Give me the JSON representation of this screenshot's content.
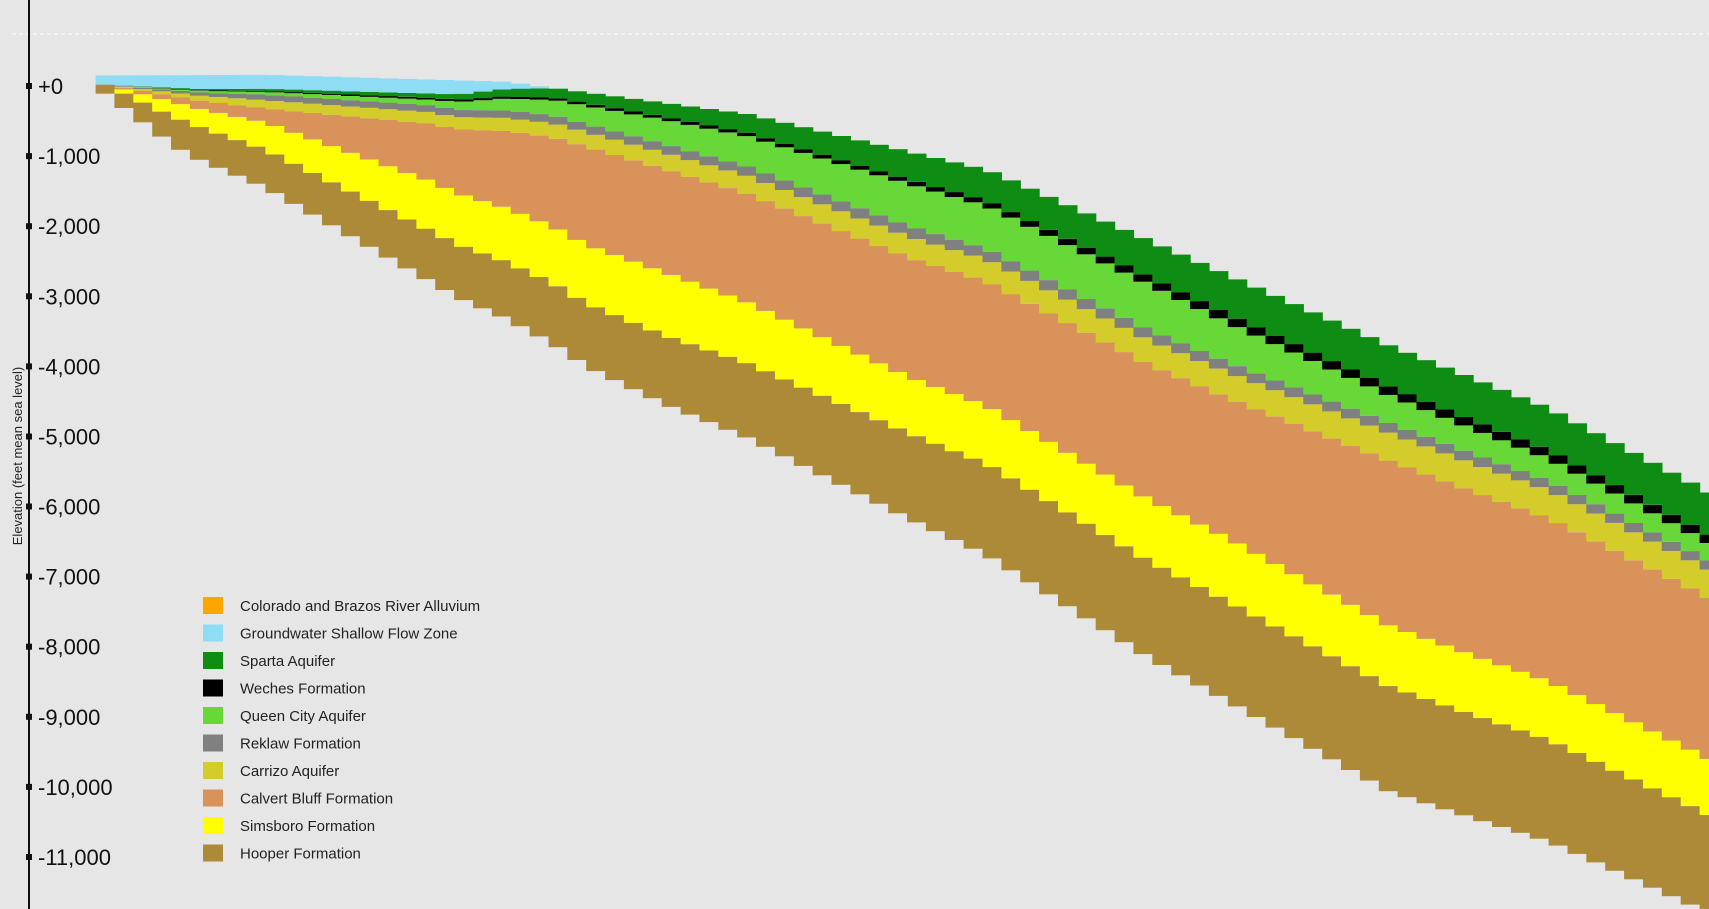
{
  "chart_data": {
    "type": "area",
    "title": "",
    "xlabel": "",
    "ylabel": "Elevation (feet mean sea level)",
    "ylim": [
      -12000,
      700
    ],
    "x": [
      0,
      3,
      6,
      9,
      12,
      15,
      18,
      21,
      24,
      27,
      30,
      33,
      36,
      39,
      42,
      45,
      48,
      51,
      54,
      57,
      60,
      63,
      66,
      69,
      72,
      75,
      78,
      81,
      84,
      87,
      90,
      93,
      96,
      99,
      102,
      105,
      108,
      111,
      114,
      117,
      120,
      123,
      126,
      129,
      132,
      135,
      138,
      141,
      144,
      147,
      150,
      153,
      156,
      159,
      162,
      165,
      168,
      171,
      174,
      177,
      180,
      183,
      186,
      189,
      192,
      195,
      198,
      201,
      204,
      207,
      210,
      213,
      216,
      219,
      222,
      225,
      228,
      231,
      234,
      237,
      240,
      243,
      246,
      249,
      252,
      255
    ],
    "y_ticks": [
      0,
      -1000,
      -2000,
      -3000,
      -4000,
      -5000,
      -6000,
      -7000,
      -8000,
      -9000,
      -10000,
      -11000
    ],
    "y_tick_labels": [
      "+0",
      "-1,000",
      "-2,000",
      "-3,000",
      "-4,000",
      "-5,000",
      "-6,000",
      "-7,000",
      "-8,000",
      "-9,000",
      "-10,000",
      "-11,000"
    ],
    "grid": false,
    "legend_position": "bottom-left",
    "series": [
      {
        "name": "Colorado and Brazos River Alluvium",
        "color": "#ffa500",
        "values": []
      },
      {
        "name": "Groundwater Shallow Flow Zone",
        "color": "#8fdcf5",
        "values": []
      },
      {
        "name": "Sparta Aquifer",
        "color": "#0f8c14",
        "values": []
      },
      {
        "name": "Weches Formation",
        "color": "#000000",
        "values": []
      },
      {
        "name": "Queen City Aquifer",
        "color": "#67d838",
        "values": []
      },
      {
        "name": "Reklaw Formation",
        "color": "#808080",
        "values": []
      },
      {
        "name": "Carrizo Aquifer",
        "color": "#d4cc2a",
        "values": []
      },
      {
        "name": "Calvert Bluff Formation",
        "color": "#d8925a",
        "values": []
      },
      {
        "name": "Simsboro Formation",
        "color": "#ffff00",
        "values": []
      },
      {
        "name": "Hooper Formation",
        "color": "#ad8a38",
        "values": []
      }
    ]
  }
}
